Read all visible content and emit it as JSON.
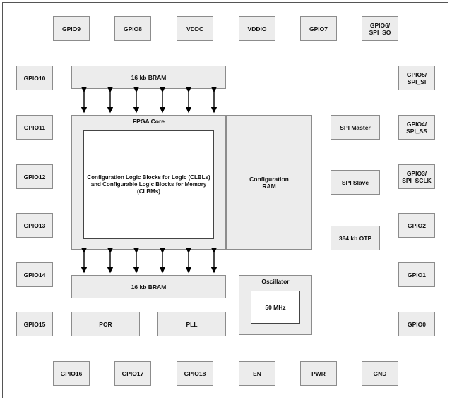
{
  "pins": {
    "top": [
      "GPIO9",
      "GPIO8",
      "VDDC",
      "VDDIO",
      "GPIO7",
      "GPIO6/\nSPI_SO"
    ],
    "left": [
      "GPIO10",
      "GPIO11",
      "GPIO12",
      "GPIO13",
      "GPIO14",
      "GPIO15"
    ],
    "right": [
      "GPIO5/\nSPI_SI",
      "GPIO4/\nSPI_SS",
      "GPIO3/\nSPI_SCLK",
      "GPIO2",
      "GPIO1",
      "GPIO0"
    ],
    "bottom": [
      "GPIO16",
      "GPIO17",
      "GPIO18",
      "EN",
      "PWR",
      "GND"
    ]
  },
  "blocks": {
    "bram_top": "16 kb BRAM",
    "bram_bottom": "16 kb BRAM",
    "fpga_core": "FPGA Core",
    "clb": "Configuration Logic Blocks for Logic (CLBLs)\nand Configurable Logic Blocks for Memory\n(CLBMs)",
    "config_ram": "Configuration\nRAM",
    "spi_master": "SPI Master",
    "spi_slave": "SPI Slave",
    "otp": "384 kb OTP",
    "oscillator": "Oscillator",
    "freq": "50 MHz",
    "por": "POR",
    "pll": "PLL"
  }
}
